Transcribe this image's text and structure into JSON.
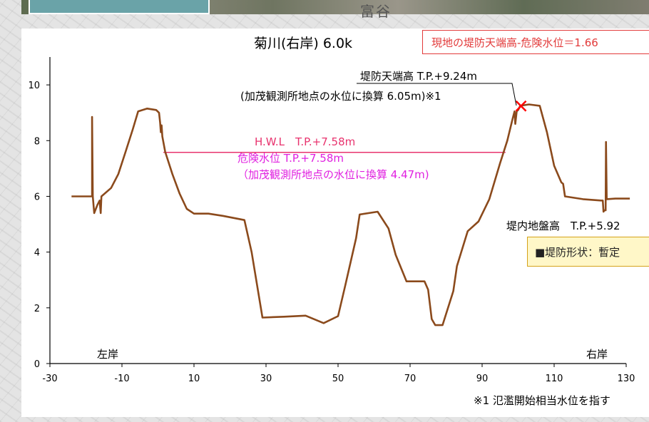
{
  "background": {
    "location_label": "富谷"
  },
  "alert_box": {
    "text": "現地の堤防天端高-危険水位＝1.66"
  },
  "shape_box": {
    "text": "■堤防形状：暫定"
  },
  "footnote": "※1 氾濫開始相当水位を指す",
  "colors": {
    "profile": "#8b4a1c",
    "hwl_line": "#e8336e",
    "hwl_text": "#e8336e",
    "danger_text": "#e020e0",
    "marker": "#ff0000",
    "axis": "#000000",
    "alert": "#e23a3a"
  },
  "chart_data": {
    "type": "line",
    "title": "菊川(右岸) 6.0k",
    "xlim": [
      -30,
      130
    ],
    "ylim": [
      0,
      11
    ],
    "xticks": [
      -30,
      -10,
      10,
      30,
      50,
      70,
      90,
      110,
      130
    ],
    "yticks": [
      0,
      2,
      4,
      6,
      8,
      10
    ],
    "side_labels": {
      "left": "左岸",
      "right": "右岸"
    },
    "series": [
      {
        "points": [
          [
            -24,
            6.0
          ],
          [
            -18.3,
            6.0
          ],
          [
            -18.3,
            8.85
          ],
          [
            -18.1,
            6.0
          ],
          [
            -17.7,
            5.4
          ],
          [
            -17.4,
            5.5
          ],
          [
            -16.8,
            5.7
          ],
          [
            -16.2,
            5.85
          ],
          [
            -15.9,
            5.4
          ],
          [
            -15.7,
            6.0
          ],
          [
            -13,
            6.3
          ],
          [
            -11,
            6.8
          ],
          [
            -9,
            7.6
          ],
          [
            -7,
            8.4
          ],
          [
            -5.5,
            9.05
          ],
          [
            -3,
            9.15
          ],
          [
            -0.5,
            9.1
          ],
          [
            0.3,
            9.0
          ],
          [
            0.6,
            8.65
          ],
          [
            0.8,
            8.3
          ],
          [
            1.0,
            8.55
          ],
          [
            1.2,
            8.15
          ],
          [
            2.0,
            7.6
          ],
          [
            4,
            6.8
          ],
          [
            6,
            6.1
          ],
          [
            8,
            5.55
          ],
          [
            10,
            5.38
          ],
          [
            12,
            5.38
          ],
          [
            14,
            5.38
          ],
          [
            18,
            5.3
          ],
          [
            24,
            5.15
          ],
          [
            26,
            4.0
          ],
          [
            29,
            1.65
          ],
          [
            35,
            1.68
          ],
          [
            41,
            1.72
          ],
          [
            46,
            1.45
          ],
          [
            50,
            1.7
          ],
          [
            52,
            2.8
          ],
          [
            55,
            4.5
          ],
          [
            56,
            5.35
          ],
          [
            61,
            5.45
          ],
          [
            64,
            4.85
          ],
          [
            66,
            3.9
          ],
          [
            69,
            2.95
          ],
          [
            71,
            2.95
          ],
          [
            74,
            2.95
          ],
          [
            75,
            2.65
          ],
          [
            76,
            1.6
          ],
          [
            77,
            1.38
          ],
          [
            79,
            1.38
          ],
          [
            82,
            2.6
          ],
          [
            83,
            3.5
          ],
          [
            86,
            4.75
          ],
          [
            89,
            5.1
          ],
          [
            92,
            5.9
          ],
          [
            95,
            7.2
          ],
          [
            97,
            8.0
          ],
          [
            98.5,
            8.8
          ],
          [
            99,
            9.05
          ],
          [
            99.2,
            8.6
          ],
          [
            99.6,
            9.05
          ],
          [
            100.0,
            9.1
          ],
          [
            100.6,
            9.25
          ],
          [
            103,
            9.3
          ],
          [
            106,
            9.25
          ],
          [
            108,
            8.3
          ],
          [
            110,
            7.1
          ],
          [
            112,
            6.5
          ],
          [
            112.5,
            6.45
          ],
          [
            113,
            6.0
          ],
          [
            118,
            5.9
          ],
          [
            123,
            5.85
          ],
          [
            123.5,
            5.85
          ],
          [
            123.7,
            5.45
          ],
          [
            124,
            5.5
          ],
          [
            124.3,
            5.5
          ],
          [
            124.4,
            7.95
          ],
          [
            124.6,
            5.9
          ],
          [
            127,
            5.92
          ],
          [
            131,
            5.92
          ]
        ]
      }
    ],
    "hwl_line": {
      "y": 7.58,
      "x_start": 1.5,
      "x_end": 96.5
    },
    "marker": {
      "x": 100.8,
      "y": 9.24
    },
    "annotations": {
      "crest_label": "堤防天端高 T.P.+9.24m",
      "crest_sub": "(加茂観測所地点の水位に換算 6.05m)※1",
      "hwl_label": "H.W.L　T.P.+7.58m",
      "danger_label": "危険水位 T.P.+7.58m",
      "danger_sub": "（加茂観測所地点の水位に換算 4.47m)",
      "ground_label": "堤内地盤高　T.P.+5.92"
    }
  }
}
